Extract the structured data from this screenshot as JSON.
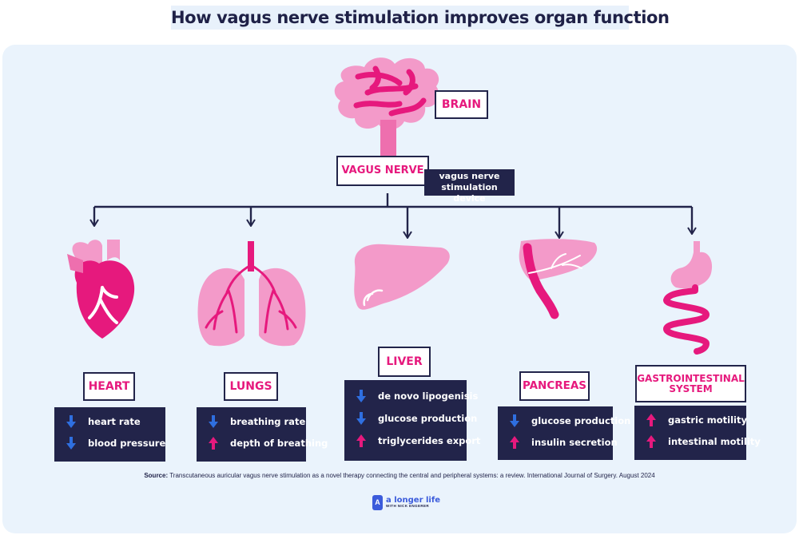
{
  "title": "How vagus nerve stimulation improves organ function",
  "brain": {
    "label": "BRAIN"
  },
  "vagus": {
    "label": "VAGUS NERVE",
    "device_line1": "vagus nerve",
    "device_line2": "stimulation device"
  },
  "organs": [
    {
      "label_lines": [
        "HEART"
      ],
      "effects": [
        {
          "direction": "down",
          "text": "heart rate"
        },
        {
          "direction": "down",
          "text": "blood pressure"
        }
      ]
    },
    {
      "label_lines": [
        "LUNGS"
      ],
      "effects": [
        {
          "direction": "down",
          "text": "breathing rate"
        },
        {
          "direction": "up",
          "text": "depth of breathing"
        }
      ]
    },
    {
      "label_lines": [
        "LIVER"
      ],
      "effects": [
        {
          "direction": "down",
          "text": "de novo lipogenisis"
        },
        {
          "direction": "down",
          "text": "glucose production"
        },
        {
          "direction": "up",
          "text": "triglycerides export"
        }
      ]
    },
    {
      "label_lines": [
        "PANCREAS"
      ],
      "effects": [
        {
          "direction": "down",
          "text": "glucose production"
        },
        {
          "direction": "up",
          "text": "insulin secretion"
        }
      ]
    },
    {
      "label_lines": [
        "GASTROINTESTINAL",
        "SYSTEM"
      ],
      "effects": [
        {
          "direction": "up",
          "text": "gastric motility"
        },
        {
          "direction": "up",
          "text": "intestinal motility"
        }
      ]
    }
  ],
  "source": {
    "prefix": "Source:",
    "text": " Transcutaneous auricular vagus nerve stimulation as a novel therapy connecting the central and peripheral systems: a review. International Journal of Surgery. August 2024"
  },
  "logo": {
    "main": "a longer life",
    "sub": "WITH NICK ENGERER",
    "badge": "A"
  },
  "colors": {
    "navy": "#22244a",
    "pink": "#e6197d",
    "light_pink": "#f39ac9",
    "mid_pink": "#ee6fae",
    "down_arrow": "#2f6fe0",
    "up_arrow": "#e6197d",
    "background": "#eaf3fc"
  },
  "icons": [
    "brain-icon",
    "heart-icon",
    "lungs-icon",
    "liver-icon",
    "pancreas-icon",
    "gastrointestinal-icon",
    "down-arrow-icon",
    "up-arrow-icon"
  ]
}
